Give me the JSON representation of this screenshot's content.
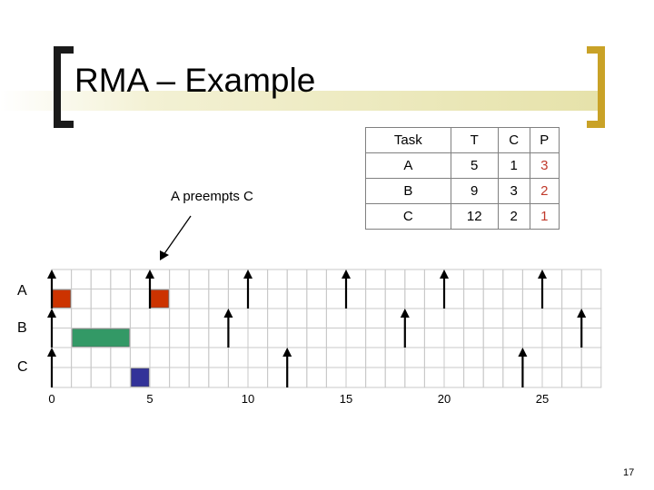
{
  "slide": {
    "title": "RMA – Example",
    "page_number": "17"
  },
  "table": {
    "headers": [
      "Task",
      "T",
      "C",
      "P"
    ],
    "rows": [
      {
        "task": "A",
        "T": "5",
        "C": "1",
        "P": "3"
      },
      {
        "task": "B",
        "T": "9",
        "C": "3",
        "P": "2"
      },
      {
        "task": "C",
        "T": "12",
        "C": "2",
        "P": "1"
      }
    ]
  },
  "annotation": "A preempts C",
  "timeline": {
    "tasks": [
      "A",
      "B",
      "C"
    ],
    "tick_labels": [
      "0",
      "5",
      "10",
      "15",
      "20",
      "25"
    ],
    "tick_values": [
      0,
      5,
      10,
      15,
      20,
      25
    ],
    "slots": 28,
    "releases": {
      "A": [
        0,
        5,
        10,
        15,
        20,
        25
      ],
      "B": [
        0,
        9,
        18,
        27
      ],
      "C": [
        0,
        12,
        24
      ]
    },
    "deadlines": {
      "A": [
        5,
        10,
        15,
        20,
        25
      ],
      "B": [
        9,
        18,
        27
      ],
      "C": [
        12,
        24
      ]
    },
    "execution": [
      {
        "task": "A",
        "start": 0,
        "end": 1,
        "color": "#cc3300"
      },
      {
        "task": "B",
        "start": 1,
        "end": 4,
        "color": "#339966"
      },
      {
        "task": "C",
        "start": 4,
        "end": 5,
        "color": "#333399"
      },
      {
        "task": "A",
        "start": 5,
        "end": 6,
        "color": "#cc3300"
      }
    ]
  },
  "colors": {
    "title_accent_left": "#1a1a1a",
    "title_accent_right": "#c9a227",
    "priority_text": "#c0392b"
  }
}
